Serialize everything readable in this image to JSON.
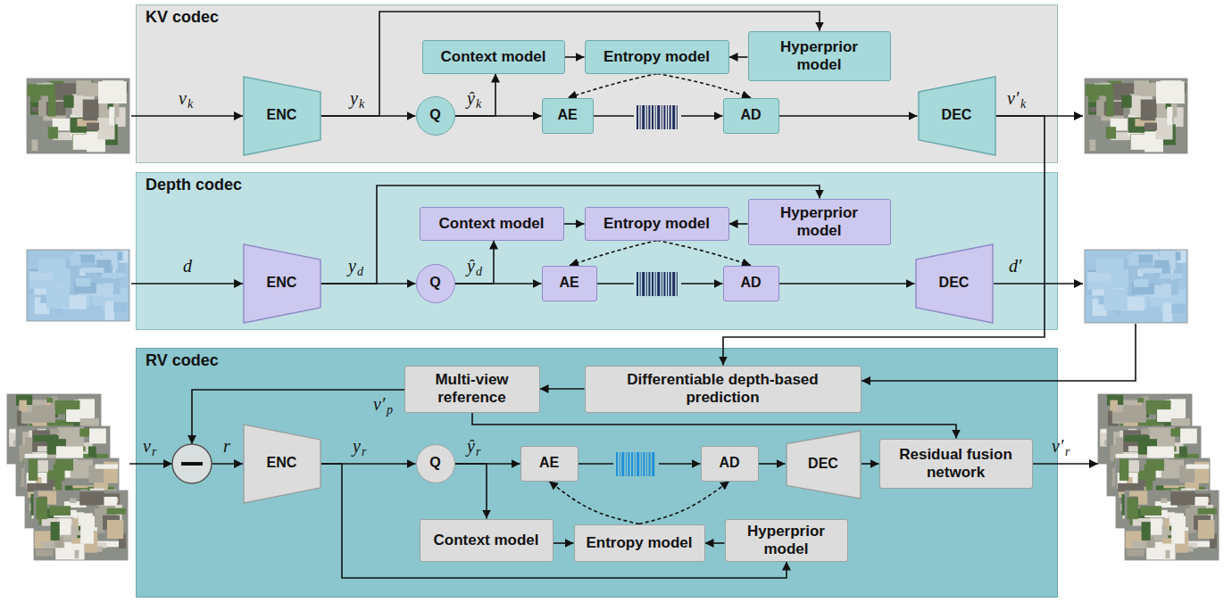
{
  "diagram": {
    "nodes": [
      {
        "text": [
          "KV codec"
        ]
      },
      {
        "text": [
          "Context model"
        ],
        "in": 0
      },
      {
        "text": [
          "Entropy model"
        ],
        "in": 0
      },
      {
        "text": [
          "Hyperprior model"
        ],
        "in": 0
      },
      {
        "text": [
          "ENC"
        ],
        "in": 0
      },
      {
        "text": [
          "Q"
        ],
        "in": 0
      },
      {
        "text": [
          "AE"
        ],
        "in": 0
      },
      {
        "text": [
          "AD"
        ],
        "in": 0
      },
      {
        "text": [
          "DEC"
        ],
        "in": 0
      },
      {
        "text": [
          "Depth codec"
        ]
      },
      {
        "text": [
          "Context model"
        ],
        "in": 9
      },
      {
        "text": [
          "Entropy model"
        ],
        "in": 9
      },
      {
        "text": [
          "Hyperprior model"
        ],
        "in": 9
      },
      {
        "text": [
          "ENC"
        ],
        "in": 9
      },
      {
        "text": [
          "Q"
        ],
        "in": 9
      },
      {
        "text": [
          "AE"
        ],
        "in": 9
      },
      {
        "text": [
          "AD"
        ],
        "in": 9
      },
      {
        "text": [
          "DEC"
        ],
        "in": 9
      },
      {
        "text": [
          "RV codec"
        ]
      },
      {
        "text": [
          "Multi-view reference"
        ],
        "in": 18
      },
      {
        "text": [
          "Differentiable depth-based prediction"
        ],
        "in": 18
      },
      {
        "text": [
          "ENC"
        ],
        "in": 18
      },
      {
        "text": [
          "Q"
        ],
        "in": 18
      },
      {
        "text": [
          "AE"
        ],
        "in": 18
      },
      {
        "text": [
          "AD"
        ],
        "in": 18
      },
      {
        "text": [
          "DEC"
        ],
        "in": 18
      },
      {
        "text": [
          "Residual fusion network"
        ],
        "in": 18
      },
      {
        "text": [
          "Context model"
        ],
        "in": 18
      },
      {
        "text": [
          "Entropy model"
        ],
        "in": 18
      },
      {
        "text": [
          "Hyperprior model"
        ],
        "in": 18
      }
    ],
    "edges": [
      {
        "from": 4,
        "to": 5,
        "arrow": "to"
      },
      {
        "from": 4,
        "to": 3,
        "arrow": "to"
      },
      {
        "from": 5,
        "to": 6,
        "arrow": "to"
      },
      {
        "from": 5,
        "to": 1,
        "arrow": "to"
      },
      {
        "from": 1,
        "to": 2,
        "arrow": "to"
      },
      {
        "from": 3,
        "to": 2,
        "arrow": "to"
      },
      {
        "from": 2,
        "to": 6,
        "arrow": "to"
      },
      {
        "from": 2,
        "to": 7,
        "arrow": "to"
      },
      {
        "from": 6,
        "to": 7,
        "arrow": "to"
      },
      {
        "from": 7,
        "to": 8,
        "arrow": "to"
      },
      {
        "from": 8,
        "to": 20,
        "arrow": "to"
      },
      {
        "from": 13,
        "to": 14,
        "arrow": "to"
      },
      {
        "from": 13,
        "to": 12,
        "arrow": "to"
      },
      {
        "from": 14,
        "to": 15,
        "arrow": "to"
      },
      {
        "from": 14,
        "to": 10,
        "arrow": "to"
      },
      {
        "from": 10,
        "to": 11,
        "arrow": "to"
      },
      {
        "from": 12,
        "to": 11,
        "arrow": "to"
      },
      {
        "from": 11,
        "to": 15,
        "arrow": "to"
      },
      {
        "from": 11,
        "to": 16,
        "arrow": "to"
      },
      {
        "from": 15,
        "to": 16,
        "arrow": "to"
      },
      {
        "from": 16,
        "to": 17,
        "arrow": "to"
      },
      {
        "from": 20,
        "to": 19,
        "arrow": "to"
      },
      {
        "from": 19,
        "to": 26,
        "arrow": "to"
      },
      {
        "from": 21,
        "to": 22,
        "arrow": "to"
      },
      {
        "from": 21,
        "to": 29,
        "arrow": "to"
      },
      {
        "from": 22,
        "to": 23,
        "arrow": "to"
      },
      {
        "from": 22,
        "to": 27,
        "arrow": "to"
      },
      {
        "from": 27,
        "to": 28,
        "arrow": "to"
      },
      {
        "from": 29,
        "to": 28,
        "arrow": "to"
      },
      {
        "from": 28,
        "to": 23,
        "arrow": "to"
      },
      {
        "from": 28,
        "to": 24,
        "arrow": "to"
      },
      {
        "from": 23,
        "to": 24,
        "arrow": "to"
      },
      {
        "from": 24,
        "to": 25,
        "arrow": "to"
      },
      {
        "from": 25,
        "to": 26,
        "arrow": "to"
      }
    ],
    "labels": [
      "v",
      "k",
      "y",
      "k",
      "ŷ",
      "k",
      "v′",
      "k",
      "d",
      "y",
      "d",
      "ŷ",
      "d",
      "d′",
      "v′",
      "p",
      "v",
      "r",
      "r",
      "y",
      "r",
      "ŷ",
      "r",
      "v′",
      "r"
    ]
  }
}
